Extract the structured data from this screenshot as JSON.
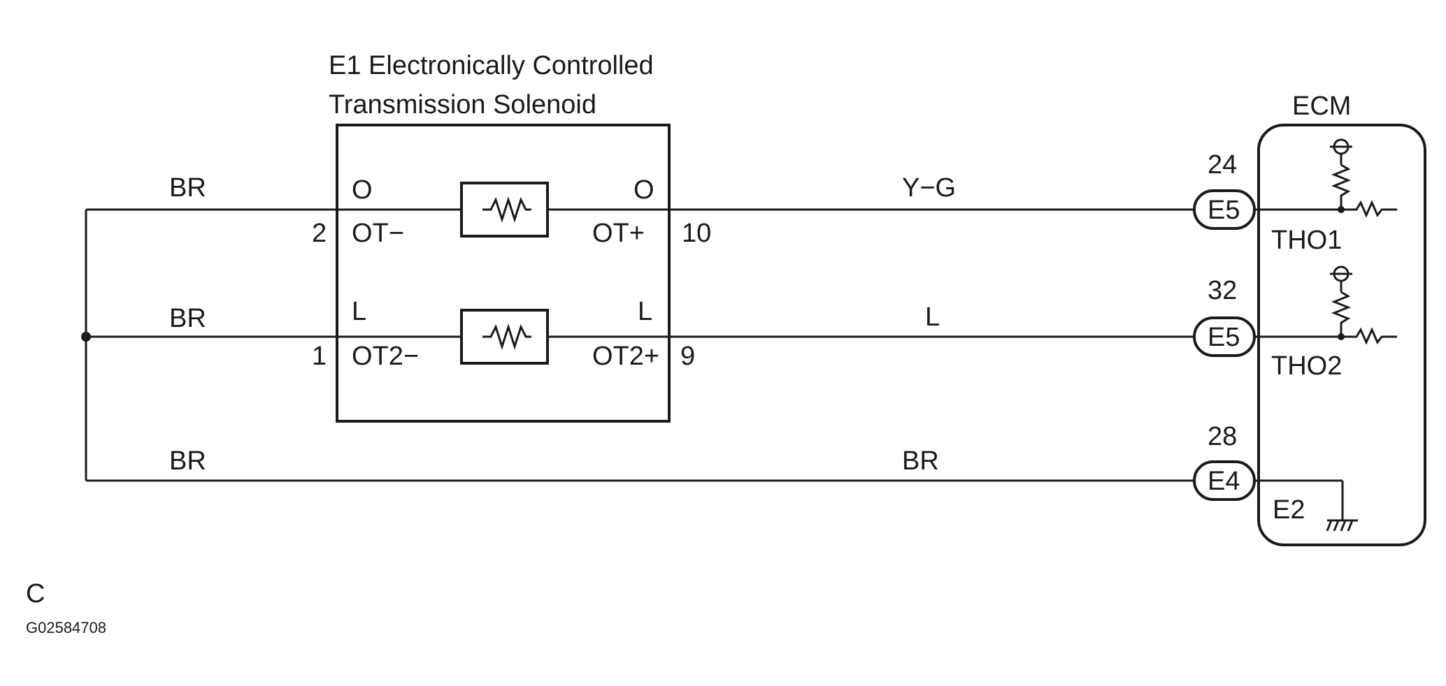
{
  "solenoid": {
    "title_line1": "E1 Electronically Controlled",
    "title_line2": "Transmission Solenoid",
    "top_left_color": "O",
    "top_right_color": "O",
    "top_left_pin": "2",
    "top_left_terminal": "OT−",
    "top_right_terminal": "OT+",
    "top_right_pin": "10",
    "mid_left_color": "L",
    "mid_right_color": "L",
    "mid_left_pin": "1",
    "mid_left_terminal": "OT2−",
    "mid_right_terminal": "OT2+",
    "mid_right_pin": "9"
  },
  "wires": {
    "br_top": "BR",
    "br_mid": "BR",
    "br_bottom_left": "BR",
    "br_bottom_right": "BR",
    "yg": "Y−G",
    "l": "L"
  },
  "ecm": {
    "title": "ECM",
    "pin1_number": "24",
    "pin1_connector": "E5",
    "pin1_signal": "THO1",
    "pin2_number": "32",
    "pin2_connector": "E5",
    "pin2_signal": "THO2",
    "pin3_number": "28",
    "pin3_connector": "E4",
    "pin3_signal": "E2"
  },
  "footer": {
    "letter": "C",
    "code": "G02584708"
  }
}
